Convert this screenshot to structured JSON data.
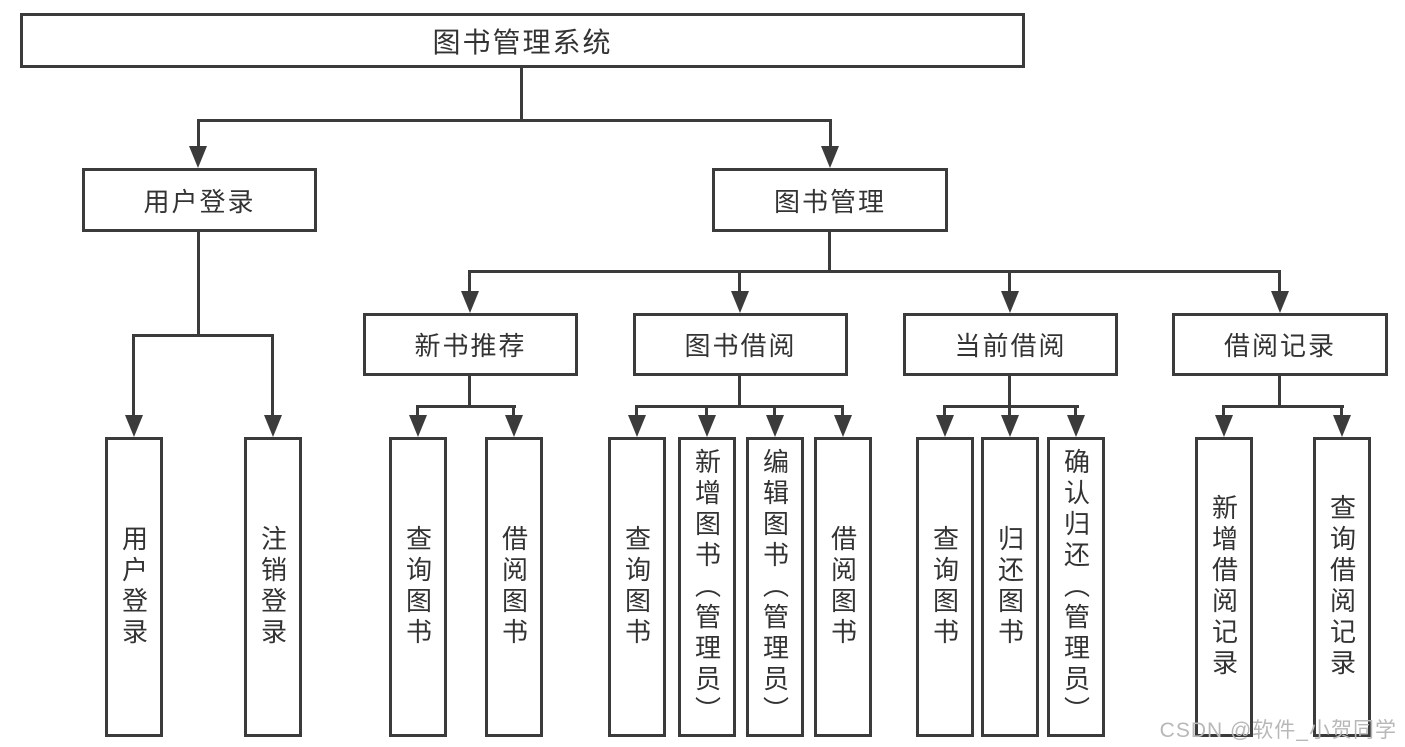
{
  "diagram": {
    "root": {
      "label": "图书管理系统"
    },
    "branches": [
      {
        "label": "用户登录",
        "children": [
          {
            "label": "用户登录"
          },
          {
            "label": "注销登录"
          }
        ]
      },
      {
        "label": "图书管理",
        "children": [
          {
            "label": "新书推荐",
            "children": [
              {
                "label": "查询图书"
              },
              {
                "label": "借阅图书"
              }
            ]
          },
          {
            "label": "图书借阅",
            "children": [
              {
                "label": "查询图书"
              },
              {
                "label": "新增图书（管理员）"
              },
              {
                "label": "编辑图书（管理员）"
              },
              {
                "label": "借阅图书"
              }
            ]
          },
          {
            "label": "当前借阅",
            "children": [
              {
                "label": "查询图书"
              },
              {
                "label": "归还图书"
              },
              {
                "label": "确认归还（管理员）"
              }
            ]
          },
          {
            "label": "借阅记录",
            "children": [
              {
                "label": "新增借阅记录"
              },
              {
                "label": "查询借阅记录"
              }
            ]
          }
        ]
      }
    ]
  },
  "watermark": {
    "text": "CSDN @软件_小贺同学"
  },
  "colors": {
    "line": "#3b3b3b",
    "text": "#333333",
    "watermark": "#b8b8b8",
    "background": "#ffffff"
  }
}
